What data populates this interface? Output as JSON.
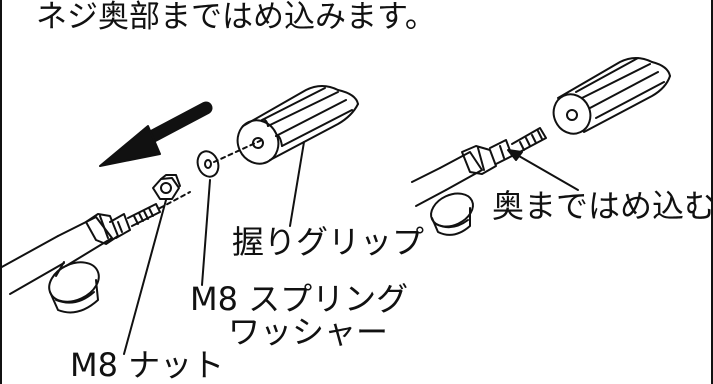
{
  "diagram": {
    "instruction_text": "ネジ奥部まではめ込みます。",
    "labels": {
      "grip": "握りグリップ",
      "washer_line1": "M8 スプリング",
      "washer_line2": "ワッシャー",
      "nut": "M8 ナット",
      "insert_fully": "奥まではめ込む"
    },
    "colors": {
      "line": "#111111",
      "background": "#ffffff"
    }
  }
}
